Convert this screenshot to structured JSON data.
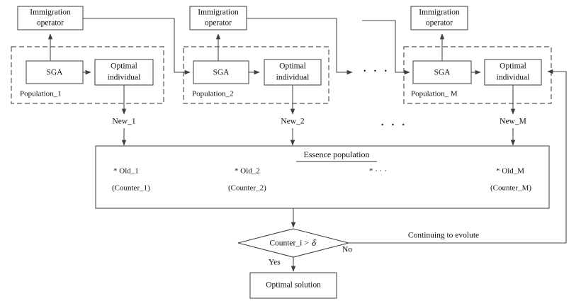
{
  "diagram": {
    "title": "Multi-population genetic algorithm with immigration operator flowchart",
    "populations": [
      {
        "immigration_label_line1": "Immigration",
        "immigration_label_line2": "operator",
        "sga_label": "SGA",
        "optimal_label_line1": "Optimal",
        "optimal_label_line2": "individual",
        "group_label": "Population_1",
        "new_label": "New_1",
        "old_label": "* Old_1",
        "counter_label": "(Counter_1)"
      },
      {
        "immigration_label_line1": "Immigration",
        "immigration_label_line2": "operator",
        "sga_label": "SGA",
        "optimal_label_line1": "Optimal",
        "optimal_label_line2": "individual",
        "group_label": "Population_2",
        "new_label": "New_2",
        "old_label": "* Old_2",
        "counter_label": "(Counter_2)"
      },
      {
        "immigration_label_line1": "Immigration",
        "immigration_label_line2": "operator",
        "sga_label": "SGA",
        "optimal_label_line1": "Optimal",
        "optimal_label_line2": "individual",
        "group_label": "Population_ M",
        "new_label": "New_M",
        "old_label": "* Old_M",
        "counter_label": "(Counter_M)"
      }
    ],
    "ellipsis_chain": "· · ·",
    "ellipsis_new": "· · ·",
    "ellipsis_old": "* · · ·",
    "essence": {
      "title": "Essence population"
    },
    "decision": {
      "label": "Counter_i  >",
      "symbol": "δ",
      "yes_label": "Yes",
      "no_label": "No"
    },
    "feedback_label": "Continuing to evolute",
    "result": {
      "label": "Optimal solution"
    },
    "colors": {
      "stroke": "#4a4a4a",
      "text": "#111111",
      "background": "#ffffff"
    }
  }
}
